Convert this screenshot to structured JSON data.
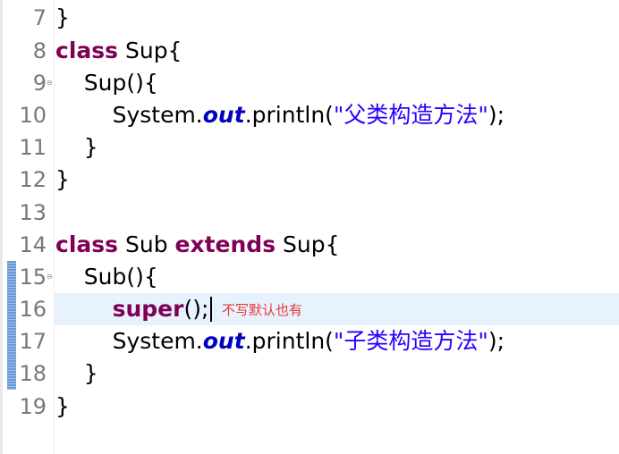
{
  "editor": {
    "annotation": "不写默认也有",
    "lines": [
      {
        "num": "7",
        "tokens": {
          "t1": "}"
        }
      },
      {
        "num": "8",
        "tokens": {
          "kw1": "class",
          "t1": " Sup{"
        }
      },
      {
        "num": "9",
        "tokens": {
          "t1": "    Sup(){"
        }
      },
      {
        "num": "10",
        "tokens": {
          "t1": "        System.",
          "f1": "out",
          "t2": ".println(",
          "s1": "\"父类构造方法\"",
          "t3": ");"
        }
      },
      {
        "num": "11",
        "tokens": {
          "t1": "    }"
        }
      },
      {
        "num": "12",
        "tokens": {
          "t1": "}"
        }
      },
      {
        "num": "13",
        "tokens": {
          "t1": ""
        }
      },
      {
        "num": "14",
        "tokens": {
          "kw1": "class",
          "t1": " Sub ",
          "kw2": "extends",
          "t2": " Sup{"
        }
      },
      {
        "num": "15",
        "tokens": {
          "t1": "    Sub(){"
        }
      },
      {
        "num": "16",
        "tokens": {
          "t1": "        ",
          "kw1": "super",
          "t2": "();"
        }
      },
      {
        "num": "17",
        "tokens": {
          "t1": "        System.",
          "f1": "out",
          "t2": ".println(",
          "s1": "\"子类构造方法\"",
          "t3": ");"
        }
      },
      {
        "num": "18",
        "tokens": {
          "t1": "    }"
        }
      },
      {
        "num": "19",
        "tokens": {
          "t1": "}"
        }
      }
    ]
  }
}
